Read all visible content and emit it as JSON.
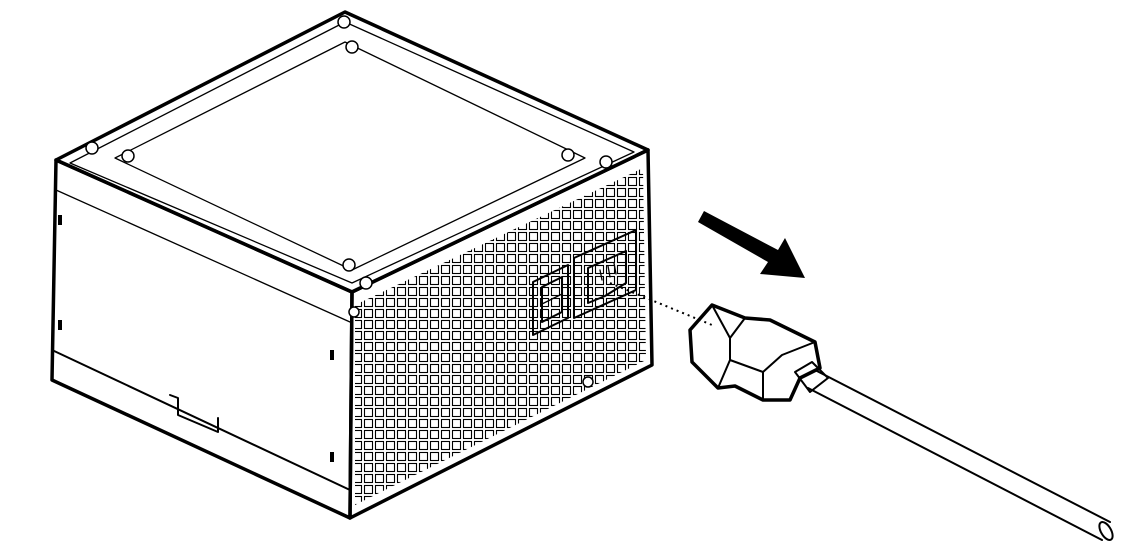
{
  "illustration": {
    "subject": "power-supply-unit",
    "connector": "power-cord-plug",
    "direction": "plug-into-ac-inlet"
  },
  "colors": {
    "stroke": "#000000",
    "fill": "#ffffff",
    "arrow": "#000000"
  },
  "icons": {
    "arrow": "arrow-icon",
    "switch": "rocker-switch-icon",
    "inlet": "ac-inlet-icon",
    "plug": "power-plug-icon",
    "screw": "screw-icon"
  }
}
